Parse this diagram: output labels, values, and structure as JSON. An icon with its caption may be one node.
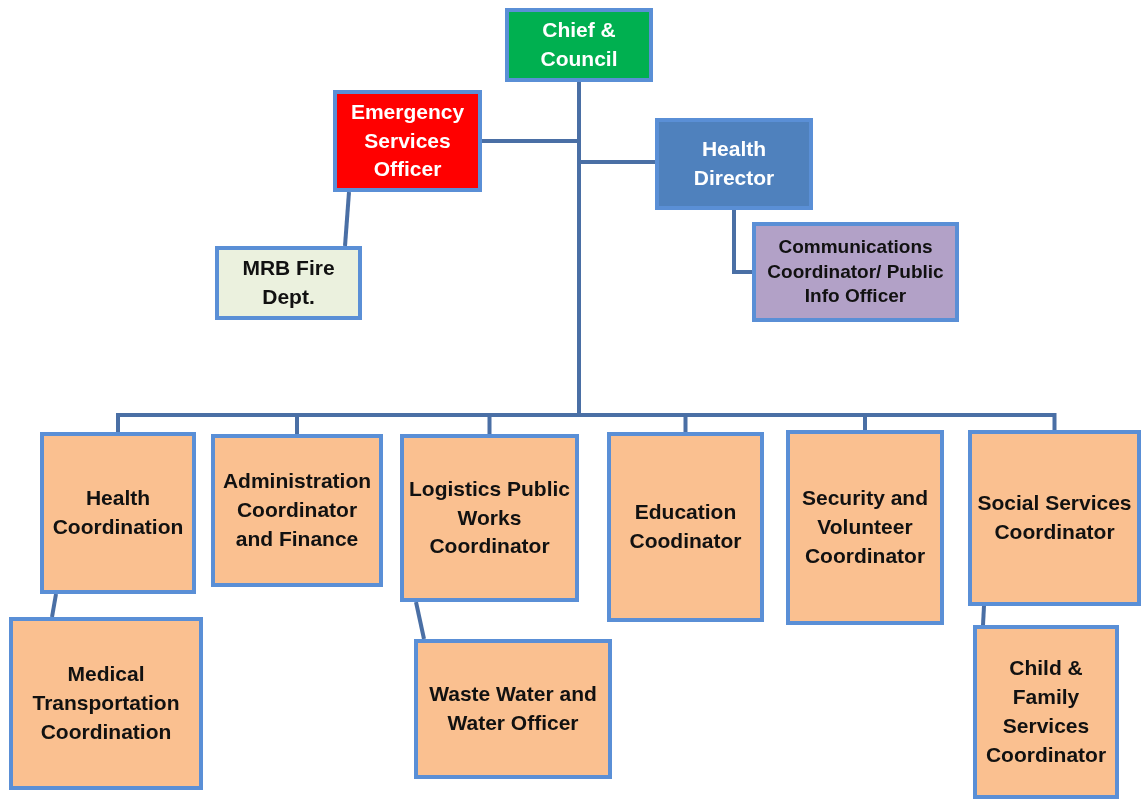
{
  "diagram": {
    "nodes": [
      {
        "text": [
          "Chief & Council"
        ]
      },
      {
        "text": [
          "Emergency Services Officer"
        ]
      },
      {
        "text": [
          "Health Director"
        ]
      },
      {
        "text": [
          "MRB Fire Dept."
        ]
      },
      {
        "text": [
          "Communications Coordinator/ Public Info Officer"
        ]
      },
      {
        "text": [
          "Health Coordination"
        ]
      },
      {
        "text": [
          "Administration Coordinator and Finance"
        ]
      },
      {
        "text": [
          "Logistics Public Works Coordinator"
        ]
      },
      {
        "text": [
          "Education Coodinator"
        ]
      },
      {
        "text": [
          "Security and Volunteer Coordinator"
        ]
      },
      {
        "text": [
          "Social Services Coordinator"
        ]
      },
      {
        "text": [
          "Medical Transportation Coordination"
        ]
      },
      {
        "text": [
          "Waste Water and Water Officer"
        ]
      },
      {
        "text": [
          "Child & Family Services Coordinator"
        ]
      }
    ],
    "edges": [
      {
        "from": 0,
        "to": 1,
        "arrow": "none"
      },
      {
        "from": 0,
        "to": 2,
        "arrow": "none"
      },
      {
        "from": 1,
        "to": 3,
        "arrow": "none"
      },
      {
        "from": 2,
        "to": 4,
        "arrow": "none"
      },
      {
        "from": 0,
        "to": 5,
        "arrow": "none"
      },
      {
        "from": 0,
        "to": 6,
        "arrow": "none"
      },
      {
        "from": 0,
        "to": 7,
        "arrow": "none"
      },
      {
        "from": 0,
        "to": 8,
        "arrow": "none"
      },
      {
        "from": 0,
        "to": 9,
        "arrow": "none"
      },
      {
        "from": 0,
        "to": 10,
        "arrow": "none"
      },
      {
        "from": 5,
        "to": 11,
        "arrow": "none"
      },
      {
        "from": 7,
        "to": 12,
        "arrow": "none"
      },
      {
        "from": 10,
        "to": 13,
        "arrow": "none"
      }
    ]
  }
}
